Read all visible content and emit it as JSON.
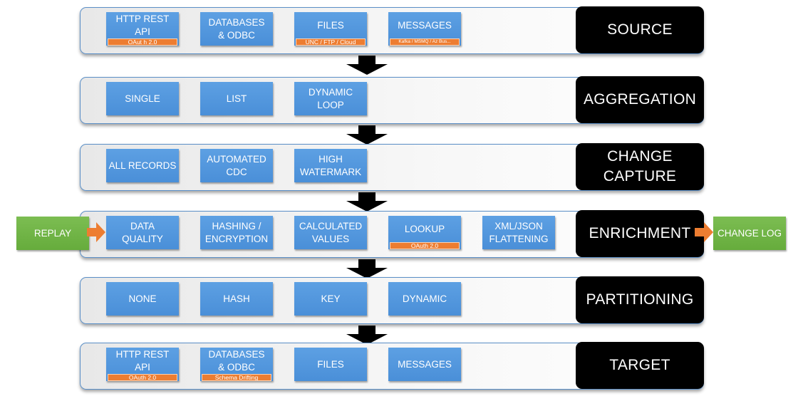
{
  "rows": [
    {
      "stage": "SOURCE",
      "items": [
        {
          "label": "HTTP REST\nAPI",
          "tag": "OAut h 2.0"
        },
        {
          "label": "DATABASES\n& ODBC",
          "tag": ""
        },
        {
          "label": "FILES",
          "tag": "UNC / FTP / Cloud"
        },
        {
          "label": "MESSAGES",
          "tag": "Kafka / MSMQ / Az Bus..."
        }
      ]
    },
    {
      "stage": "AGGREGATION",
      "items": [
        {
          "label": "SINGLE",
          "tag": ""
        },
        {
          "label": "LIST",
          "tag": ""
        },
        {
          "label": "DYNAMIC\nLOOP",
          "tag": ""
        }
      ]
    },
    {
      "stage": "CHANGE\nCAPTURE",
      "items": [
        {
          "label": "ALL RECORDS",
          "tag": ""
        },
        {
          "label": "AUTOMATED\nCDC",
          "tag": ""
        },
        {
          "label": "HIGH\nWATERMARK",
          "tag": ""
        }
      ]
    },
    {
      "stage": "ENRICHMENT",
      "items": [
        {
          "label": "DATA\nQUALITY",
          "tag": ""
        },
        {
          "label": "HASHING /\nENCRYPTION",
          "tag": ""
        },
        {
          "label": "CALCULATED\nVALUES",
          "tag": ""
        },
        {
          "label": "LOOKUP",
          "tag": "OAuth 2.0"
        },
        {
          "label": "XML/JSON\nFLATTENING",
          "tag": ""
        }
      ]
    },
    {
      "stage": "PARTITIONING",
      "items": [
        {
          "label": "NONE",
          "tag": ""
        },
        {
          "label": "HASH",
          "tag": ""
        },
        {
          "label": "KEY",
          "tag": ""
        },
        {
          "label": "DYNAMIC",
          "tag": ""
        }
      ]
    },
    {
      "stage": "TARGET",
      "items": [
        {
          "label": "HTTP REST\nAPI",
          "tag": "OAuth 2.0"
        },
        {
          "label": "DATABASES\n& ODBC",
          "tag": "Schema Drifting"
        },
        {
          "label": "FILES",
          "tag": ""
        },
        {
          "label": "MESSAGES",
          "tag": ""
        }
      ]
    }
  ],
  "replay_label": "REPLAY",
  "change_log_label": "CHANGE LOG",
  "colors": {
    "item": "#4a8fd8",
    "tag": "#ed7d31",
    "stage": "#000000",
    "side": "#66ac3c",
    "row_border": "#5b8fc7"
  }
}
